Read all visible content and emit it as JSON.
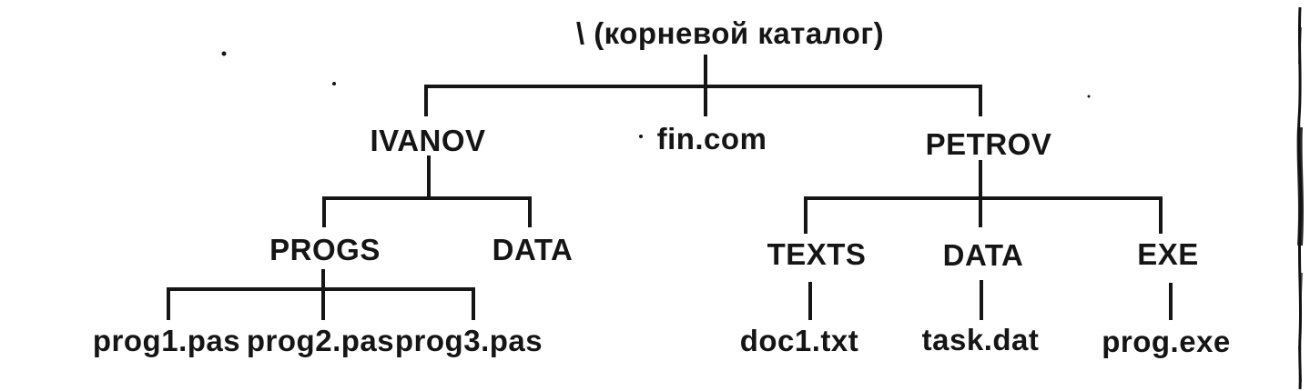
{
  "colors": {
    "ink": "#151515",
    "paper": "#ffffff"
  },
  "tree": {
    "root": {
      "label": "\\ (корневой каталог)",
      "children": [
        {
          "label": "IVANOV",
          "children": [
            {
              "label": "PROGS",
              "children": [
                {
                  "label": "prog1.pas"
                },
                {
                  "label": "prog2.pas"
                },
                {
                  "label": "prog3.pas"
                }
              ]
            },
            {
              "label": "DATA"
            }
          ]
        },
        {
          "label": "fin.com"
        },
        {
          "label": "PETROV",
          "children": [
            {
              "label": "TEXTS",
              "children": [
                {
                  "label": "doc1.txt"
                }
              ]
            },
            {
              "label": "DATA",
              "children": [
                {
                  "label": "task.dat"
                }
              ]
            },
            {
              "label": "EXE",
              "children": [
                {
                  "label": "prog.exe"
                }
              ]
            }
          ]
        }
      ]
    }
  }
}
